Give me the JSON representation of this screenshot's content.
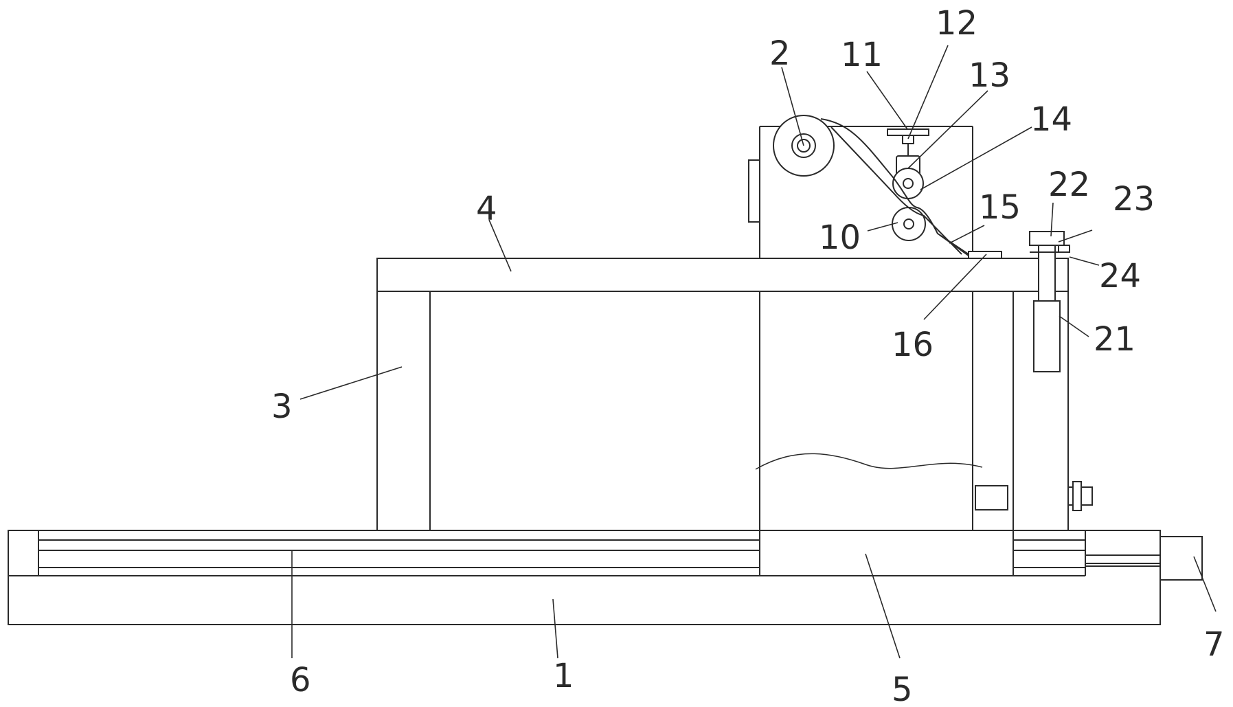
{
  "labels": {
    "l1": "1",
    "l2": "2",
    "l3": "3",
    "l4": "4",
    "l5": "5",
    "l6": "6",
    "l7": "7",
    "l10": "10",
    "l11": "11",
    "l12": "12",
    "l13": "13",
    "l14": "14",
    "l15": "15",
    "l16": "16",
    "l21": "21",
    "l22": "22",
    "l23": "23",
    "l24": "24"
  }
}
